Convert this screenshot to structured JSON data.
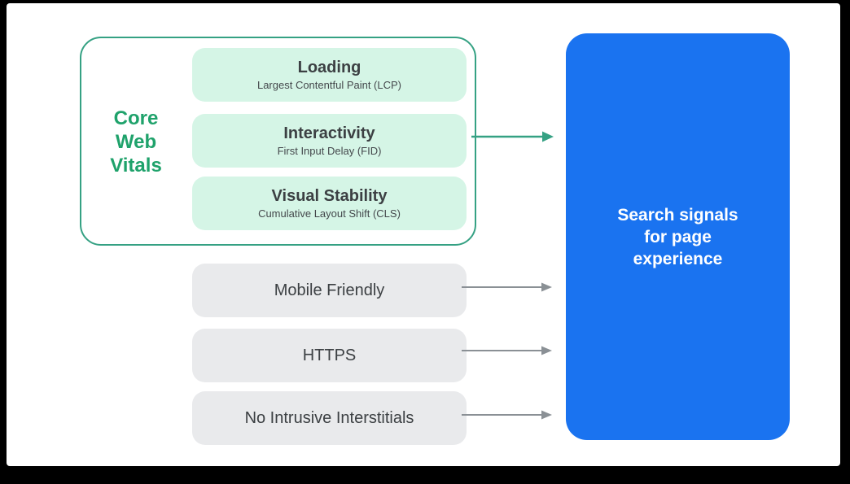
{
  "diagram": {
    "title_context": "Search signals for page experience diagram",
    "core_web_vitals": {
      "label": "Core\nWeb\nVitals",
      "items": [
        {
          "title": "Loading",
          "subtitle": "Largest Contentful Paint (LCP)"
        },
        {
          "title": "Interactivity",
          "subtitle": "First Input Delay (FID)"
        },
        {
          "title": "Visual Stability",
          "subtitle": "Cumulative Layout Shift (CLS)"
        }
      ]
    },
    "signals": [
      {
        "label": "Mobile Friendly"
      },
      {
        "label": "HTTPS"
      },
      {
        "label": "No Intrusive Interstitials"
      }
    ],
    "target": {
      "lines": [
        "Search signals",
        "for page",
        "experience"
      ]
    },
    "colors": {
      "green_accent_text": "#1fa26b",
      "green_border": "#35a183",
      "green_pill_bg": "#d5f5e6",
      "gray_pill_bg": "#e9eaec",
      "dark_text": "#3c4043",
      "arrow_green": "#35a183",
      "arrow_gray": "#8a9095",
      "blue_box_bg": "#1a73f0",
      "blue_box_text": "#ffffff",
      "frame": "#000000",
      "paper": "#ffffff"
    }
  }
}
